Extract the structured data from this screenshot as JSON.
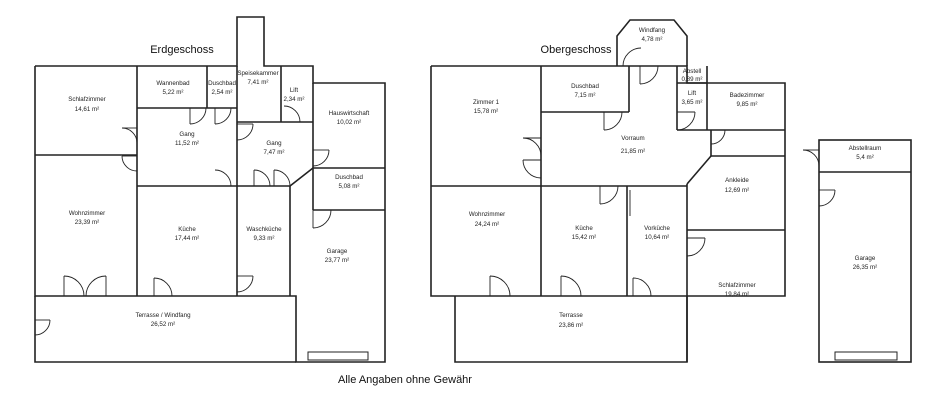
{
  "floors": {
    "ground": {
      "title": "Erdgeschoss"
    },
    "upper": {
      "title": "Obergeschoss"
    }
  },
  "disclaimer": "Alle Angaben ohne Gewähr",
  "rooms": {
    "eg_schlafzimmer": {
      "name": "Schlafzimmer",
      "area": "14,61 m²"
    },
    "eg_wannenbad": {
      "name": "Wannenbad",
      "area": "5,22 m²"
    },
    "eg_duschbad1": {
      "name": "Duschbad",
      "area": "2,54 m²"
    },
    "eg_speisekammer": {
      "name": "Speisekammer",
      "area": "7,41 m²"
    },
    "eg_lift": {
      "name": "Lift",
      "area": "2,34 m²"
    },
    "eg_hauswirtschaft": {
      "name": "Hauswirtschaft",
      "area": "10,02 m²"
    },
    "eg_gang1": {
      "name": "Gang",
      "area": "11,52 m²"
    },
    "eg_gang2": {
      "name": "Gang",
      "area": "7,47 m²"
    },
    "eg_duschbad2": {
      "name": "Duschbad",
      "area": "5,08 m²"
    },
    "eg_wohnzimmer": {
      "name": "Wohnzimmer",
      "area": "23,39 m²"
    },
    "eg_kueche": {
      "name": "Küche",
      "area": "17,44 m²"
    },
    "eg_waschkueche": {
      "name": "Waschküche",
      "area": "9,33 m²"
    },
    "eg_garage": {
      "name": "Garage",
      "area": "23,77 m²"
    },
    "eg_terrasse": {
      "name": "Terrasse / Windfang",
      "area": "26,52 m²"
    },
    "og_windfang": {
      "name": "Windfang",
      "area": "4,78 m²"
    },
    "og_zimmer1": {
      "name": "Zimmer 1",
      "area": "15,78 m²"
    },
    "og_duschbad": {
      "name": "Duschbad",
      "area": "7,15 m²"
    },
    "og_abstell": {
      "name": "Abstell",
      "area": "0,89 m²"
    },
    "og_lift": {
      "name": "Lift",
      "area": "3,65 m²"
    },
    "og_badezimmer": {
      "name": "Badezimmer",
      "area": "9,85 m²"
    },
    "og_vorraum": {
      "name": "Vorraum",
      "area": "21,85 m²"
    },
    "og_ankleide": {
      "name": "Ankleide",
      "area": "12,69 m²"
    },
    "og_wohnzimmer": {
      "name": "Wohnzimmer",
      "area": "24,24 m²"
    },
    "og_kueche": {
      "name": "Küche",
      "area": "15,42 m²"
    },
    "og_vorkueche": {
      "name": "Vorküche",
      "area": "10,64 m²"
    },
    "og_schlafzimmer": {
      "name": "Schlafzimmer",
      "area": "19,84 m²"
    },
    "og_terrasse": {
      "name": "Terrasse",
      "area": "23,86 m²"
    },
    "ab_abstellraum": {
      "name": "Abstellraum",
      "area": "5,4 m²"
    },
    "ab_garage": {
      "name": "Garage",
      "area": "26,35 m²"
    }
  }
}
